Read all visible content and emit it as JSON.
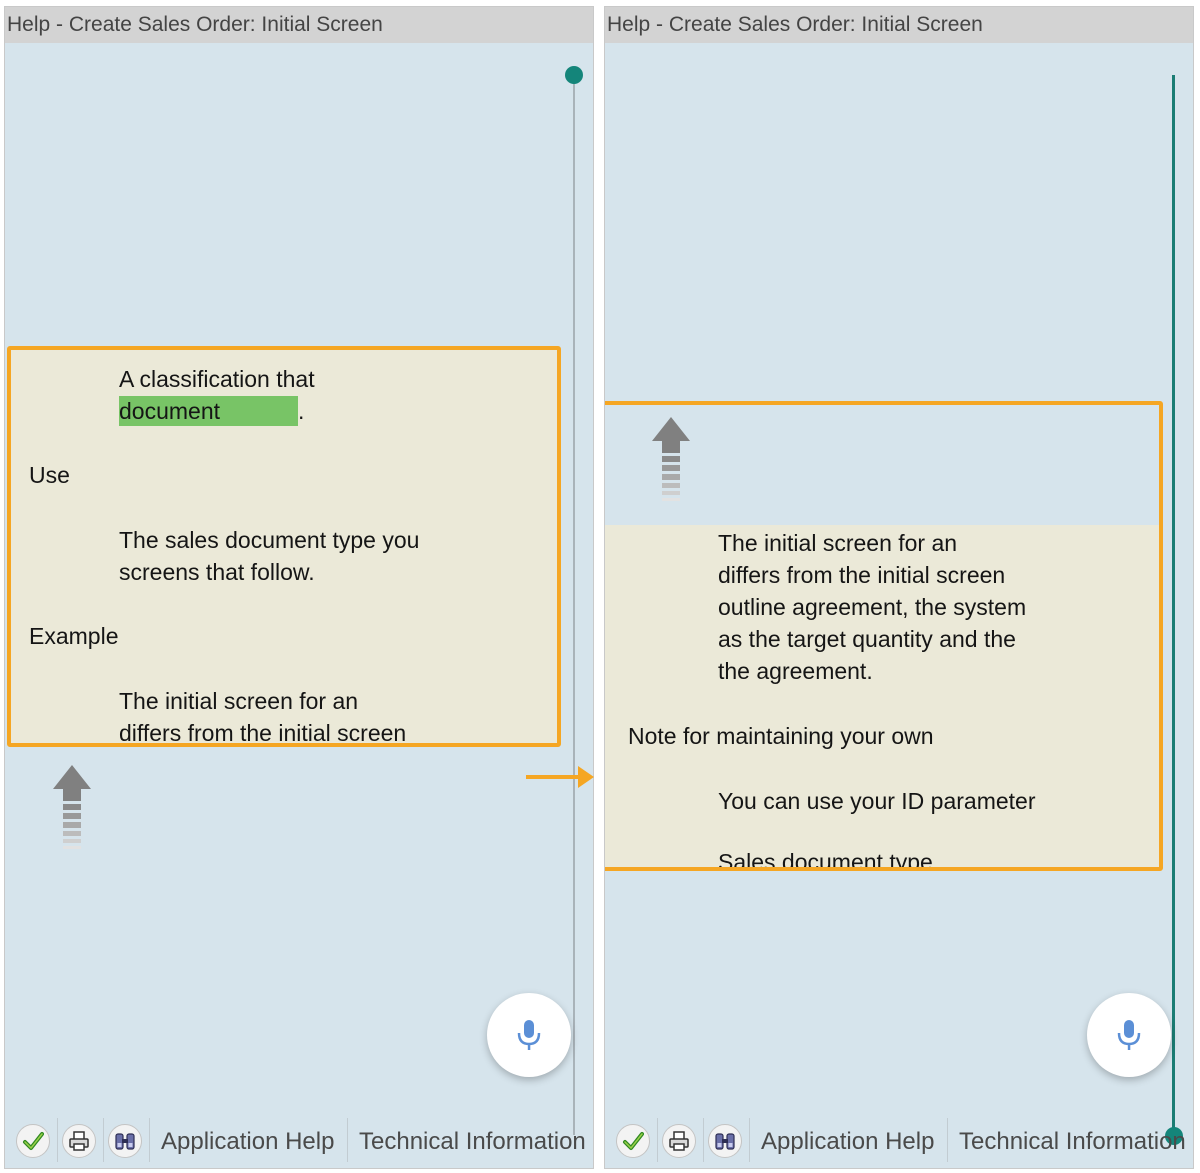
{
  "left_panel": {
    "title": "Help - Create Sales Order: Initial Screen",
    "lines": {
      "l1": "A classification that",
      "l2": "document",
      "l2_tail": ".",
      "l3": "Use",
      "l4": "The sales document type you",
      "l5": "screens that follow.",
      "l6": "Example",
      "l7": "The initial screen for an",
      "l8": "differs from the initial screen"
    },
    "toolbar": {
      "application_help": "Application Help",
      "technical_information": "Technical Information"
    }
  },
  "right_panel": {
    "title": "Help - Create Sales Order: Initial Screen",
    "lines": {
      "r1": "The initial screen for an",
      "r2": "differs from the initial screen",
      "r3": "outline agreement, the system",
      "r4": "as the target quantity and the",
      "r5": "the agreement.",
      "r6": "Note for maintaining your own",
      "r7": "You can use your ID parameter",
      "r8": "Sales document type"
    },
    "toolbar": {
      "application_help": "Application Help",
      "technical_information": "Technical Information"
    }
  },
  "colors": {
    "panel_bg": "#d6e4ec",
    "highlight_frame": "#f5a623",
    "text_highlight": "#78c466",
    "scroll_accent": "#14857a",
    "textbox_bg": "#ebe9d8"
  },
  "icons": [
    "checkmark-icon",
    "print-icon",
    "binoculars-icon",
    "microphone-icon",
    "scroll-up-arrow-icon",
    "transition-arrow-icon"
  ]
}
